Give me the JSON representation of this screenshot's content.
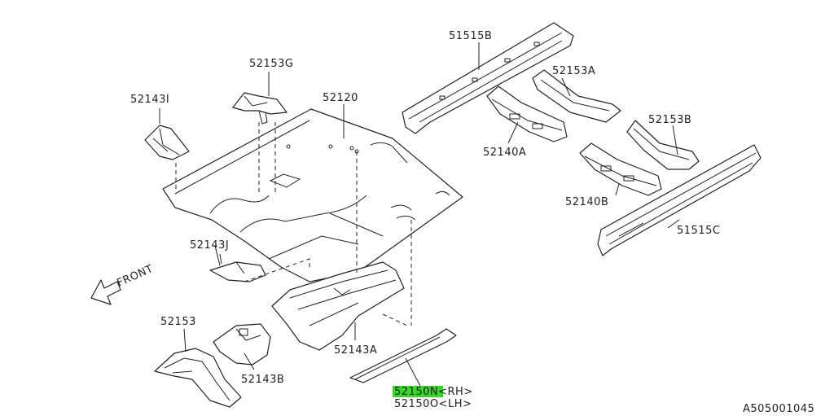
{
  "parts": {
    "p51515B": "51515B",
    "p52153G": "52153G",
    "p52143I": "52143I",
    "p52120": "52120",
    "p52153A": "52153A",
    "p52140A": "52140A",
    "p52153B": "52153B",
    "p52140B": "52140B",
    "p51515C": "51515C",
    "p52143J": "52143J",
    "p52153": "52153",
    "p52143B": "52143B",
    "p52143A": "52143A",
    "p52150N": "52150N<RH>",
    "p52150O": "52150O<LH>"
  },
  "front_label": "FRONT",
  "diagram_code": "A505001045",
  "colors": {
    "highlight": "#39d62a",
    "line": "#222222"
  }
}
